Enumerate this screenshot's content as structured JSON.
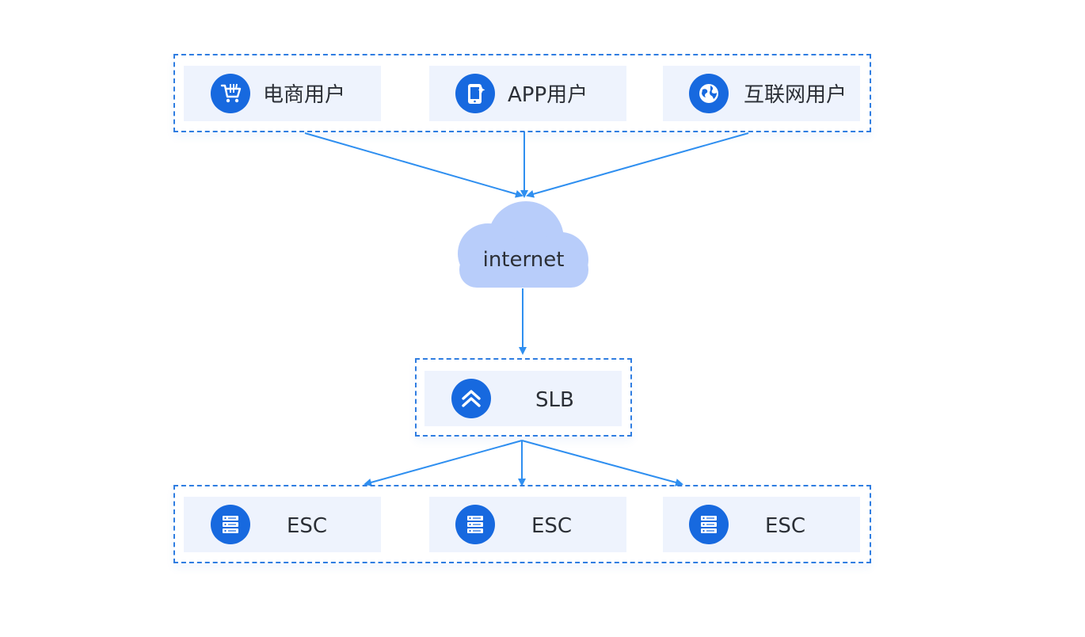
{
  "users": [
    {
      "label": "电商用户",
      "icon": "shopping-cart-icon"
    },
    {
      "label": "APP用户",
      "icon": "mobile-app-icon"
    },
    {
      "label": "互联网用户",
      "icon": "globe-icon"
    }
  ],
  "cloud": {
    "label": "internet",
    "color": "#b8cdfa"
  },
  "slb": {
    "label": "SLB",
    "icon": "chevrons-up-icon"
  },
  "servers": [
    {
      "label": "ESC",
      "icon": "server-icon"
    },
    {
      "label": "ESC",
      "icon": "server-icon"
    },
    {
      "label": "ESC",
      "icon": "server-icon"
    }
  ],
  "colors": {
    "accent": "#1769df",
    "border": "#2f7de1",
    "card": "#eef3fd",
    "arrow": "#2f8ff0"
  }
}
